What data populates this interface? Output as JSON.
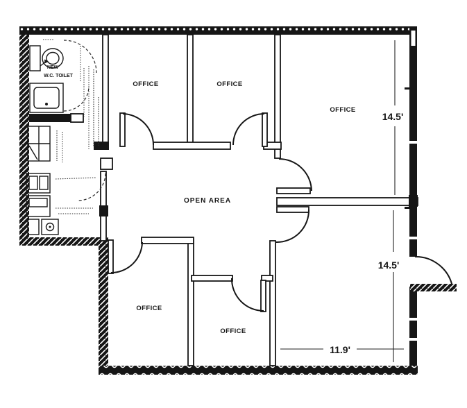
{
  "drawing": {
    "type": "floor-plan",
    "labels": {
      "offices": [
        "OFFICE",
        "OFFICE",
        "OFFICE",
        "OFFICE",
        "OFFICE"
      ],
      "open_area": "OPEN AREA",
      "toilet": {
        "line1": "NEW",
        "line2": "W.C. TOILET"
      }
    },
    "dimensions": {
      "top_right_depth": "14.5'",
      "bottom_right_depth": "14.5'",
      "bottom_right_width": "11.9'"
    },
    "colors": {
      "ink": "#161616",
      "paper": "#ffffff"
    }
  }
}
